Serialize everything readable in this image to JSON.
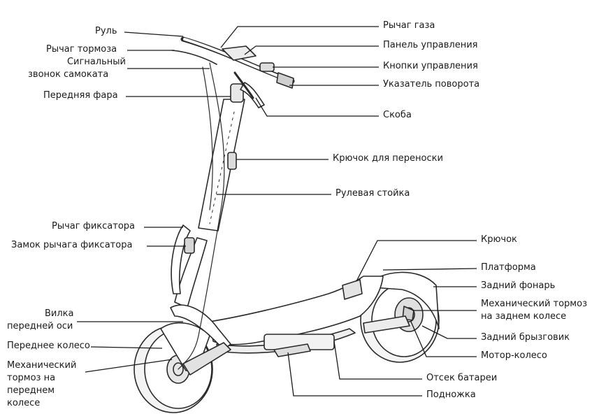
{
  "diagram": {
    "labels_left": {
      "handlebar": "Руль",
      "brake_lever": "Рычаг тормоза",
      "bell_line1": "Сигнальный",
      "bell_line2": "звонок самоката",
      "headlight": "Передняя фара",
      "folding_lever": "Рычаг фиксатора",
      "folding_lock": "Замок рычага фиксатора",
      "fork_line1": "Вилка",
      "fork_line2": "передней оси",
      "front_wheel": "Переднее колесо",
      "front_brake_line1": "Механический",
      "front_brake_line2": "тормоз на",
      "front_brake_line3": "переднем",
      "front_brake_line4": "колесе"
    },
    "labels_right": {
      "throttle": "Рычаг газа",
      "dashboard": "Панель управления",
      "control_buttons": "Кнопки управления",
      "turn_signal": "Указатель поворота",
      "bracket": "Скоба",
      "carry_hook": "Крючок для переноски",
      "steering_column": "Рулевая стойка",
      "hook": "Крючок",
      "deck": "Платформа",
      "tail_light": "Задний фонарь",
      "rear_brake_line1": "Механический тормоз",
      "rear_brake_line2": "на заднем колесе",
      "rear_fender": "Задний брызговик",
      "motor_wheel": "Мотор-колесо",
      "battery": "Отсек батареи",
      "kickstand": "Подножка"
    },
    "colors": {
      "line": "#1a1a1a",
      "outline": "#2a2a2a",
      "fill": "#ffffff",
      "shade": "#d9d9d9"
    }
  }
}
